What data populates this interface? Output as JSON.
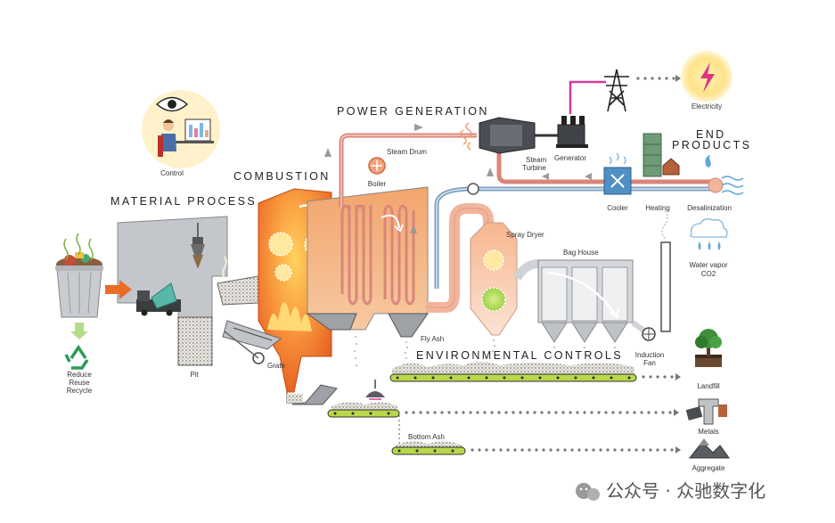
{
  "sections": {
    "power_generation": "POWER GENERATION",
    "combustion": "COMBUSTION",
    "material_process": "MATERIAL PROCESS",
    "end_products_1": "END",
    "end_products_2": "PRODUCTS",
    "environmental_controls": "ENVIRONMENTAL CONTROLS"
  },
  "labels": {
    "control": "Control",
    "steam_drum": "Steam Drum",
    "boiler": "Boiler",
    "steam_turbine_1": "Steam",
    "steam_turbine_2": "Turbine",
    "generator": "Generator",
    "electricity": "Electricity",
    "cooler": "Cooler",
    "heating": "Heating",
    "desalinization": "Desalinization",
    "water_vapor": "Water vapor",
    "co2": "CO2",
    "spray_dryer": "Spray Dryer",
    "bag_house": "Bag House",
    "fly_ash": "Fly Ash",
    "induction_fan_1": "Induction",
    "induction_fan_2": "Fan",
    "pit": "Pit",
    "grate": "Grate",
    "reduce": "Reduce",
    "reuse": "Reuse",
    "recycle": "Recycle",
    "landfill": "Landfill",
    "metals": "Metals",
    "bottom_ash": "Bottom Ash",
    "aggregate": "Aggregate"
  },
  "watermark": "公众号 · 众驰数字化",
  "colors": {
    "pipe_red": "#d9867a",
    "pipe_blue": "#7f9fc0",
    "fire_orange": "#f07a2a",
    "conveyor_green": "#b8d84a",
    "magenta_line": "#d63a9a",
    "gray_body": "#b9bcc0"
  },
  "icons": [
    "eye-icon",
    "recycle-icon",
    "lightning-icon",
    "tree-icon",
    "magnet-icon",
    "transmission-tower-icon",
    "cloud-icon"
  ]
}
